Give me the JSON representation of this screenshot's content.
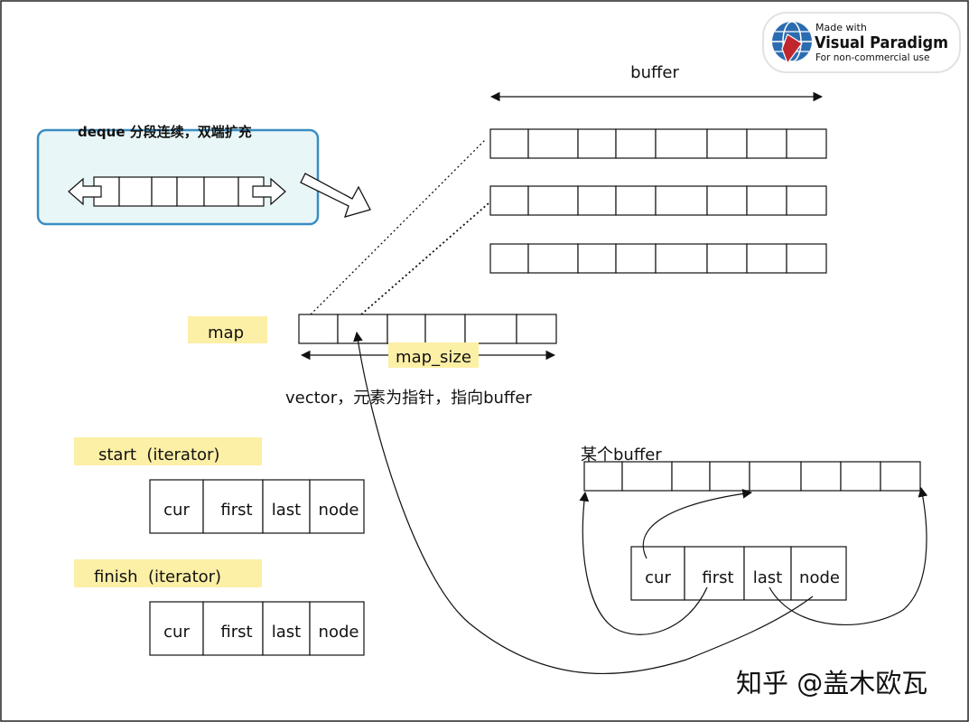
{
  "watermark": {
    "made_with": "Made with",
    "brand": "Visual Paradigm",
    "note": "For non-commercial use"
  },
  "deque_box": {
    "title": "deque 分段连续，双端扩充"
  },
  "buffer_label": "buffer",
  "map_label": "map",
  "map_size_label": "map_size",
  "vector_caption": "vector，元素为指针，指向buffer",
  "start_iterator": {
    "label": "start  (iterator)",
    "fields": [
      "cur",
      "first",
      "last",
      "node"
    ]
  },
  "finish_iterator": {
    "label": "finish  (iterator)",
    "fields": [
      "cur",
      "first",
      "last",
      "node"
    ]
  },
  "some_buffer_label": "某个buffer",
  "detail_iterator": {
    "fields": [
      "cur",
      "first",
      "last",
      "node"
    ]
  },
  "footer_watermark": "知乎 @盖木欧瓦",
  "colors": {
    "highlight": "#fcefa6",
    "deque_box_fill": "#e9f6f7",
    "deque_box_border": "#3a8dc1",
    "vp_red": "#c0262d",
    "vp_blue": "#2b6cb0"
  }
}
